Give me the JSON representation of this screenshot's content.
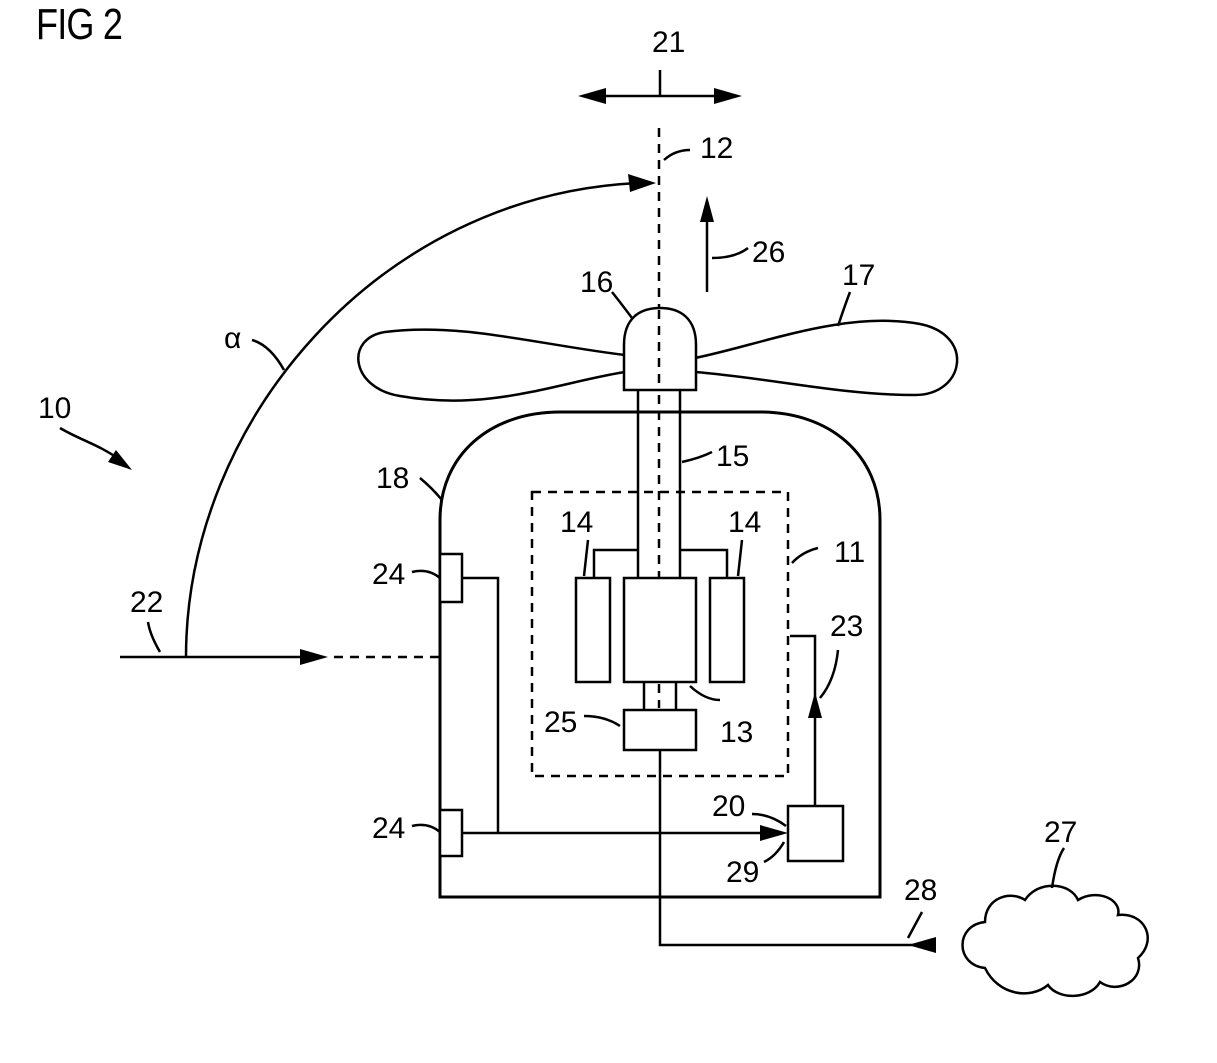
{
  "figure": {
    "title": "FIG 2"
  },
  "labels": {
    "system": "10",
    "housing": "11",
    "axis": "12",
    "generator": "13",
    "magnet_left": "14",
    "magnet_right": "14",
    "shaft": "15",
    "hub": "16",
    "blade": "17",
    "nacelle": "18",
    "controller": "20",
    "yaw_arrow": "21",
    "wind_direction": "22",
    "signal_arrow": "23",
    "sensor_top": "24",
    "sensor_bottom": "24",
    "bearing": "25",
    "thrust": "26",
    "cloud": "27",
    "cloud_link": "28",
    "controller_input": "29",
    "angle": "α"
  }
}
